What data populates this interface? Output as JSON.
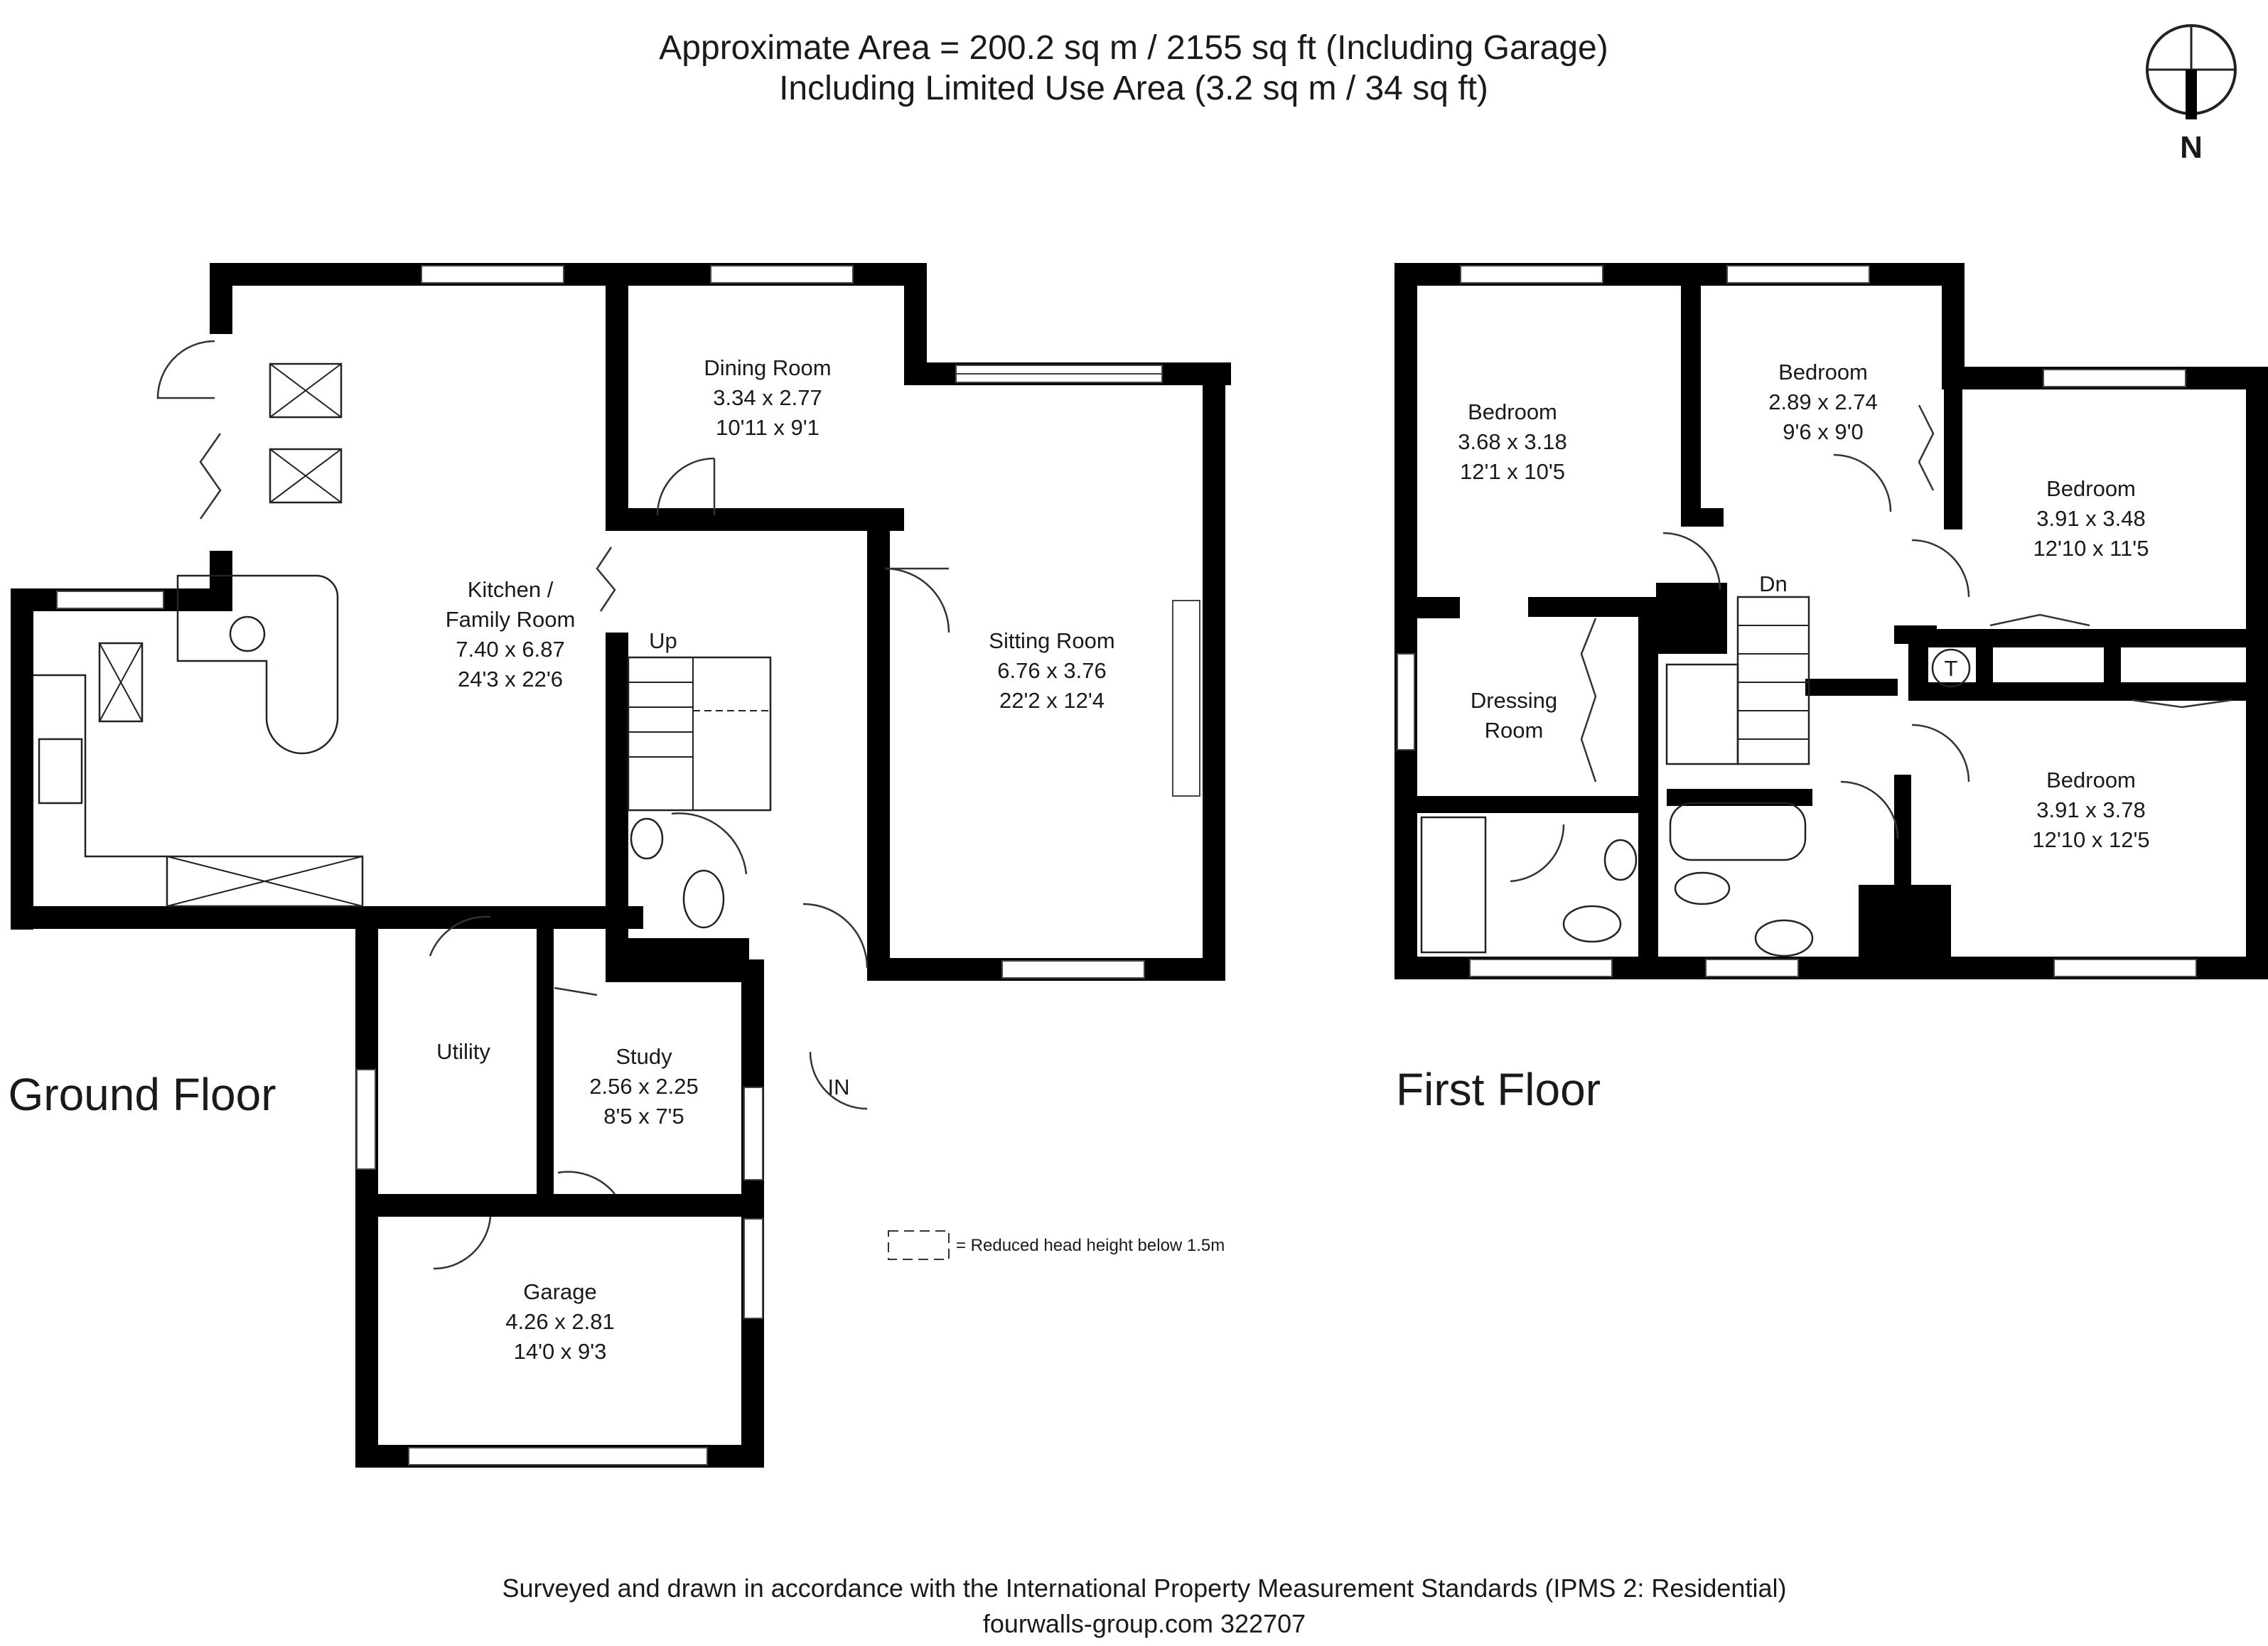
{
  "header": {
    "line1": "Approximate  Area = 200.2 sq m / 2155 sq ft (Including Garage)",
    "line2": "Including Limited Use Area (3.2 sq m / 34 sq ft)"
  },
  "compass": {
    "label": "N"
  },
  "ground_floor": {
    "label": "Ground Floor",
    "stairs_label": "Up",
    "entrance_label": "IN",
    "rooms": [
      {
        "id": "kitchen",
        "lines": [
          "Kitchen /",
          "Family Room",
          "7.40 x 6.87",
          "24'3 x 22'6"
        ]
      },
      {
        "id": "dining",
        "lines": [
          "Dining Room",
          "3.34 x 2.77",
          "10'11 x 9'1"
        ]
      },
      {
        "id": "sitting",
        "lines": [
          "Sitting Room",
          "6.76 x 3.76",
          "22'2 x 12'4"
        ]
      },
      {
        "id": "utility",
        "lines": [
          "Utility"
        ]
      },
      {
        "id": "study",
        "lines": [
          "Study",
          "2.56 x 2.25",
          "8'5 x 7'5"
        ]
      },
      {
        "id": "garage",
        "lines": [
          "Garage",
          "4.26 x 2.81",
          "14'0 x 9'3"
        ]
      }
    ]
  },
  "first_floor": {
    "label": "First Floor",
    "stairs_label": "Dn",
    "cupboard_label": "T",
    "rooms": [
      {
        "id": "bedroom1",
        "lines": [
          "Bedroom",
          "3.68 x 3.18",
          "12'1 x 10'5"
        ]
      },
      {
        "id": "bedroom2",
        "lines": [
          "Bedroom",
          "2.89 x 2.74",
          "9'6 x 9'0"
        ]
      },
      {
        "id": "bedroom3",
        "lines": [
          "Bedroom",
          "3.91 x 3.48",
          "12'10 x 11'5"
        ]
      },
      {
        "id": "dressing",
        "lines": [
          "Dressing",
          "Room"
        ]
      },
      {
        "id": "bedroom4",
        "lines": [
          "Bedroom",
          "3.91 x 3.78",
          "12'10 x 12'5"
        ]
      }
    ]
  },
  "legend": {
    "label": "= Reduced head height below 1.5m"
  },
  "footer": {
    "line1": "Surveyed and drawn in accordance with the International Property Measurement Standards (IPMS 2: Residential)",
    "line2": "fourwalls-group.com 322707"
  }
}
